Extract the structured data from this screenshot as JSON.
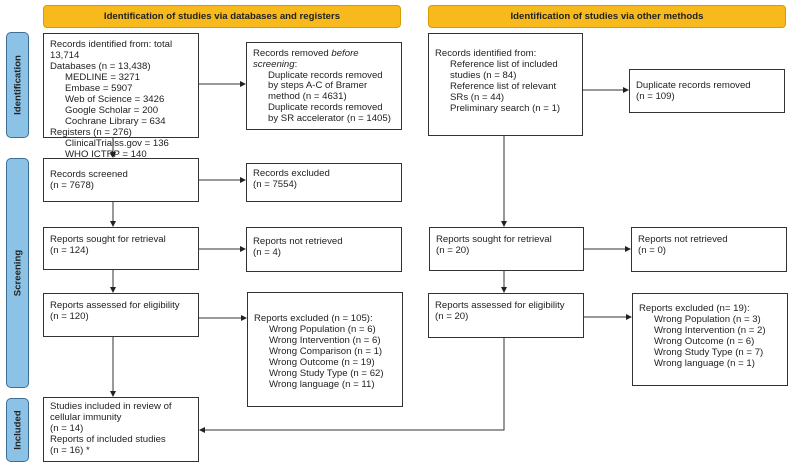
{
  "headers": {
    "left": "Identification of studies via databases and registers",
    "right": "Identification of studies via other methods"
  },
  "phases": {
    "identification": "Identification",
    "screening": "Screening",
    "included": "Included"
  },
  "left": {
    "identified": {
      "title": "Records identified from: total 13,714",
      "databases": "Databases (n = 13,438)",
      "db_items": [
        "MEDLINE = 3271",
        "Embase = 5907",
        "Web of Science = 3426",
        "Google Scholar = 200",
        "Cochrane Library = 634"
      ],
      "registers": "Registers (n = 276)",
      "reg_items": [
        "ClinicalTrialss.gov = 136",
        "WHO ICTRP = 140"
      ]
    },
    "removed": {
      "title_a": "Records removed ",
      "title_b": "before screening",
      "title_c": ":",
      "items": [
        "Duplicate records removed by steps A-C of Bramer method (n = 4631)",
        "Duplicate records removed by SR accelerator (n = 1405)"
      ]
    },
    "screened": {
      "label": "Records screened",
      "n": "(n = 7678)"
    },
    "excluded": {
      "label": "Records excluded",
      "n": "(n = 7554)"
    },
    "sought": {
      "label": "Reports sought for retrieval",
      "n": "(n = 124)"
    },
    "not_retrieved": {
      "label": "Reports not retrieved",
      "n": "(n = 4)"
    },
    "assessed": {
      "label": "Reports assessed for eligibility",
      "n": "(n = 120)"
    },
    "reports_excluded": {
      "title": "Reports excluded (n = 105):",
      "items": [
        "Wrong Population (n = 6)",
        "Wrong Intervention (n = 6)",
        "Wrong Comparison (n = 1)",
        "Wrong Outcome (n = 19)",
        "Wrong Study Type (n = 62)",
        "Wrong language (n = 11)"
      ]
    },
    "included": {
      "lines": [
        "Studies included in review of cellular immunity",
        "(n = 14)",
        "Reports of included studies",
        "(n = 16) *"
      ]
    }
  },
  "right": {
    "identified": {
      "title": "Records identified from:",
      "items": [
        "Reference list of included studies (n = 84)",
        "Reference list of relevant SRs (n = 44)",
        "Preliminary search (n = 1)"
      ]
    },
    "removed": {
      "label": "Duplicate records removed",
      "n": "(n = 109)"
    },
    "sought": {
      "label": "Reports sought for retrieval",
      "n": "(n = 20)"
    },
    "not_retrieved": {
      "label": "Reports not retrieved",
      "n": "(n = 0)"
    },
    "assessed": {
      "label": "Reports assessed for eligibility",
      "n": "(n = 20)"
    },
    "reports_excluded": {
      "title": "Reports excluded (n= 19):",
      "items": [
        "Wrong Population (n = 3)",
        "Wrong Intervention (n = 2)",
        "Wrong Outcome (n = 6)",
        "Wrong Study Type (n = 7)",
        "Wrong language (n = 1)"
      ]
    }
  },
  "colors": {
    "header": "#f7b91b",
    "phase": "#8cc2e6"
  }
}
